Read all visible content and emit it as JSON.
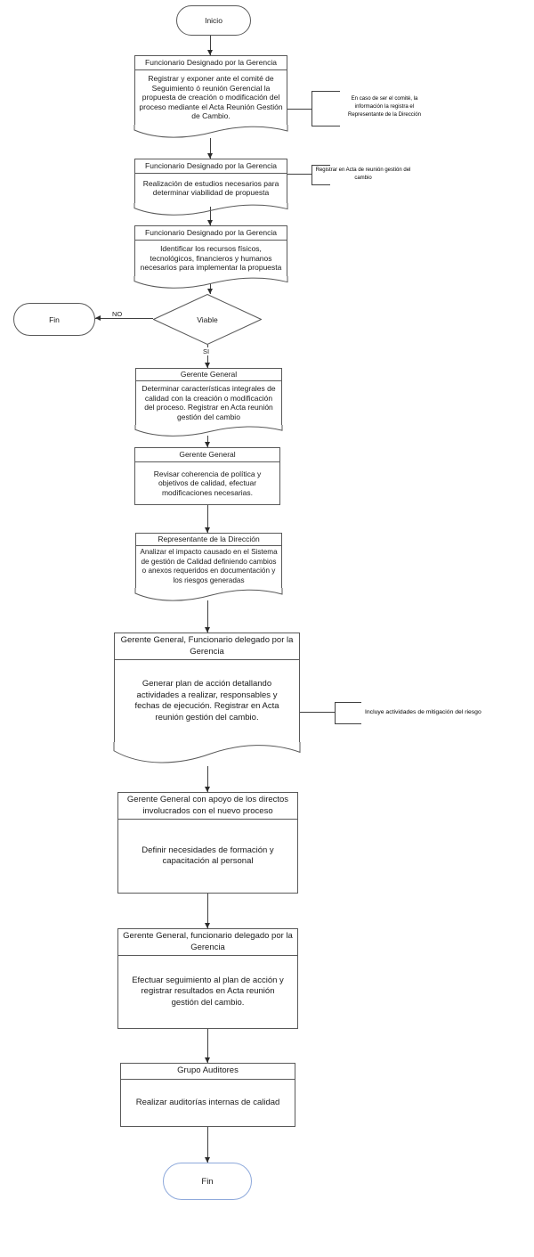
{
  "colors": {
    "shape_border": "#595959",
    "arrow": "#404040",
    "end_terminal_border": "#8ea9db",
    "background": "#ffffff"
  },
  "terminals": {
    "start": "Inicio",
    "end_left": "Fin",
    "end_bottom": "Fin"
  },
  "decision": {
    "label": "Viable",
    "no": "NO",
    "si": "SI"
  },
  "nodes": [
    {
      "shape": "document",
      "header": "Funcionario Designado por la Gerencia",
      "body": "Registrar y exponer ante el comité de Seguimiento ó reunión Gerencial la propuesta de creación o modificación del proceso mediante el Acta Reunión Gestión de Cambio."
    },
    {
      "shape": "document",
      "header": "Funcionario Designado por la Gerencia",
      "body": "Realización de estudios necesarios para determinar viabilidad de propuesta"
    },
    {
      "shape": "document",
      "header": "Funcionario Designado por la Gerencia",
      "body": "Identificar los recursos físicos, tecnológicos, financieros y humanos necesarios para implementar la propuesta"
    },
    {
      "shape": "document",
      "header": "Gerente General",
      "body": "Determinar características integrales de calidad con la creación o modificación del proceso. Registrar en Acta reunión gestión del cambio"
    },
    {
      "shape": "process",
      "header": "Gerente General",
      "body": "Revisar coherencia de política y objetivos de calidad, efectuar modificaciones necesarias."
    },
    {
      "shape": "document",
      "header": "Representante de la Dirección",
      "body": "Analizar el impacto causado en el Sistema de gestión de Calidad definiendo cambios o anexos requeridos en documentación y los riesgos generadas"
    },
    {
      "shape": "document",
      "header": "Gerente General,  Funcionario delegado por la Gerencia",
      "body": "Generar plan de acción detallando actividades a realizar, responsables y fechas de ejecución. Registrar en Acta reunión gestión del cambio."
    },
    {
      "shape": "process",
      "header": "Gerente General con apoyo de los directos involucrados con el nuevo proceso",
      "body": "Definir necesidades de formación y capacitación al personal"
    },
    {
      "shape": "process",
      "header": "Gerente General,  funcionario delegado por la Gerencia",
      "body": "Efectuar seguimiento al plan de acción y registrar resultados en Acta reunión gestión del cambio."
    },
    {
      "shape": "process",
      "header": "Grupo Auditores",
      "body": "Realizar auditorías internas de calidad"
    }
  ],
  "annotations": [
    {
      "text": "En caso de ser el comité, la información la registra el Representante de la Dirección"
    },
    {
      "text": "Registrar en Acta de reunión gestión del cambio"
    },
    {
      "text": "Incluye actividades de mitigación del riesgo"
    }
  ]
}
